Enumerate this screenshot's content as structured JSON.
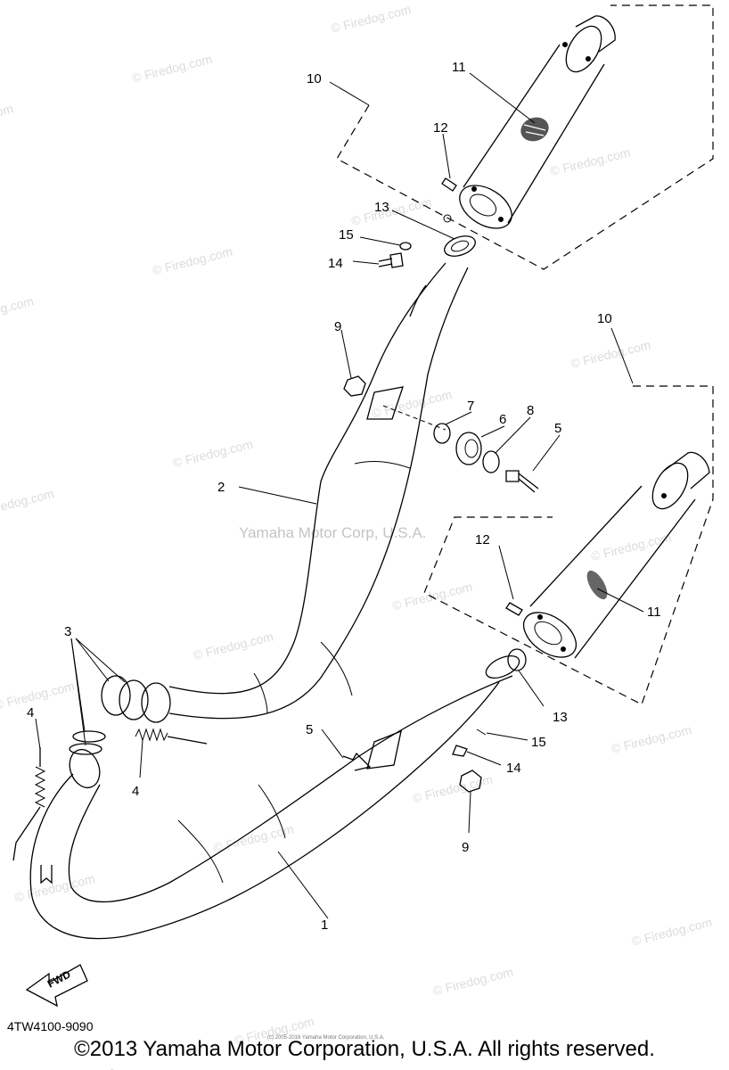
{
  "watermark": {
    "text": "© Firedog.com",
    "ghost_text": "Yamaha Motor Corp, U.S.A."
  },
  "callouts": {
    "c1": "1",
    "c2": "2",
    "c3": "3",
    "c4a": "4",
    "c4b": "4",
    "c5a": "5",
    "c5b": "5",
    "c6": "6",
    "c7": "7",
    "c8": "8",
    "c9a": "9",
    "c9b": "9",
    "c10a": "10",
    "c10b": "10",
    "c11a": "11",
    "c11b": "11",
    "c12a": "12",
    "c12b": "12",
    "c13a": "13",
    "c13b": "13",
    "c14a": "14",
    "c14b": "14",
    "c15a": "15",
    "c15b": "15"
  },
  "fwd_label": "FWD",
  "part_code": "4TW4100-9090",
  "tiny_notice": "(c) 2005-2016 Yamaha Motor Corporation, U.S.A.",
  "copyright": "©2013 Yamaha Motor Corporation, U.S.A. All rights reserved."
}
